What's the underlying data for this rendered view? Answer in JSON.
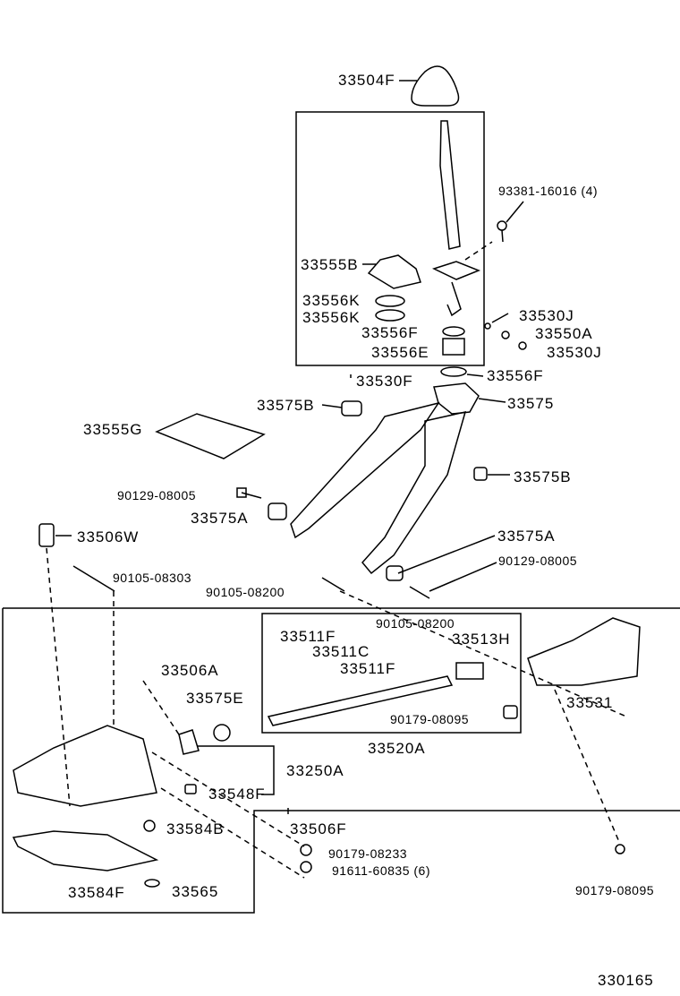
{
  "diagram_id": "330165",
  "labels": {
    "p33504F": "33504F",
    "p93381": "93381-16016 (4)",
    "p33555B": "33555B",
    "p33556K_1": "33556K",
    "p33556K_2": "33556K",
    "p33530J_1": "33530J",
    "p33556F_1": "33556F",
    "p33550A": "33550A",
    "p33556E": "33556E",
    "p33530J_2": "33530J",
    "p33556F_2": "33556F",
    "p33530F": "33530F",
    "p33575B_1": "33575B",
    "p33575": "33575",
    "p33555G": "33555G",
    "p33575B_2": "33575B",
    "p90129_1": "90129-08005",
    "p33575A_1": "33575A",
    "p33506W": "33506W",
    "p33575A_2": "33575A",
    "p90105_08303": "90105-08303",
    "p90129_2": "90129-08005",
    "p90105_08200_1": "90105-08200",
    "p90105_08200_2": "90105-08200",
    "p33511F_1": "33511F",
    "p33513H": "33513H",
    "p33511C": "33511C",
    "p33511F_2": "33511F",
    "p33506A": "33506A",
    "p33575E": "33575E",
    "p33531": "33531",
    "p90179_08095_1": "90179-08095",
    "p33520A": "33520A",
    "p33250A": "33250A",
    "p33548F": "33548F",
    "p33506F": "33506F",
    "p33584B": "33584B",
    "p90179_08233": "90179-08233",
    "p91611": "91611-60835 (6)",
    "p90179_08095_2": "90179-08095",
    "p33565": "33565",
    "p33584F": "33584F"
  }
}
